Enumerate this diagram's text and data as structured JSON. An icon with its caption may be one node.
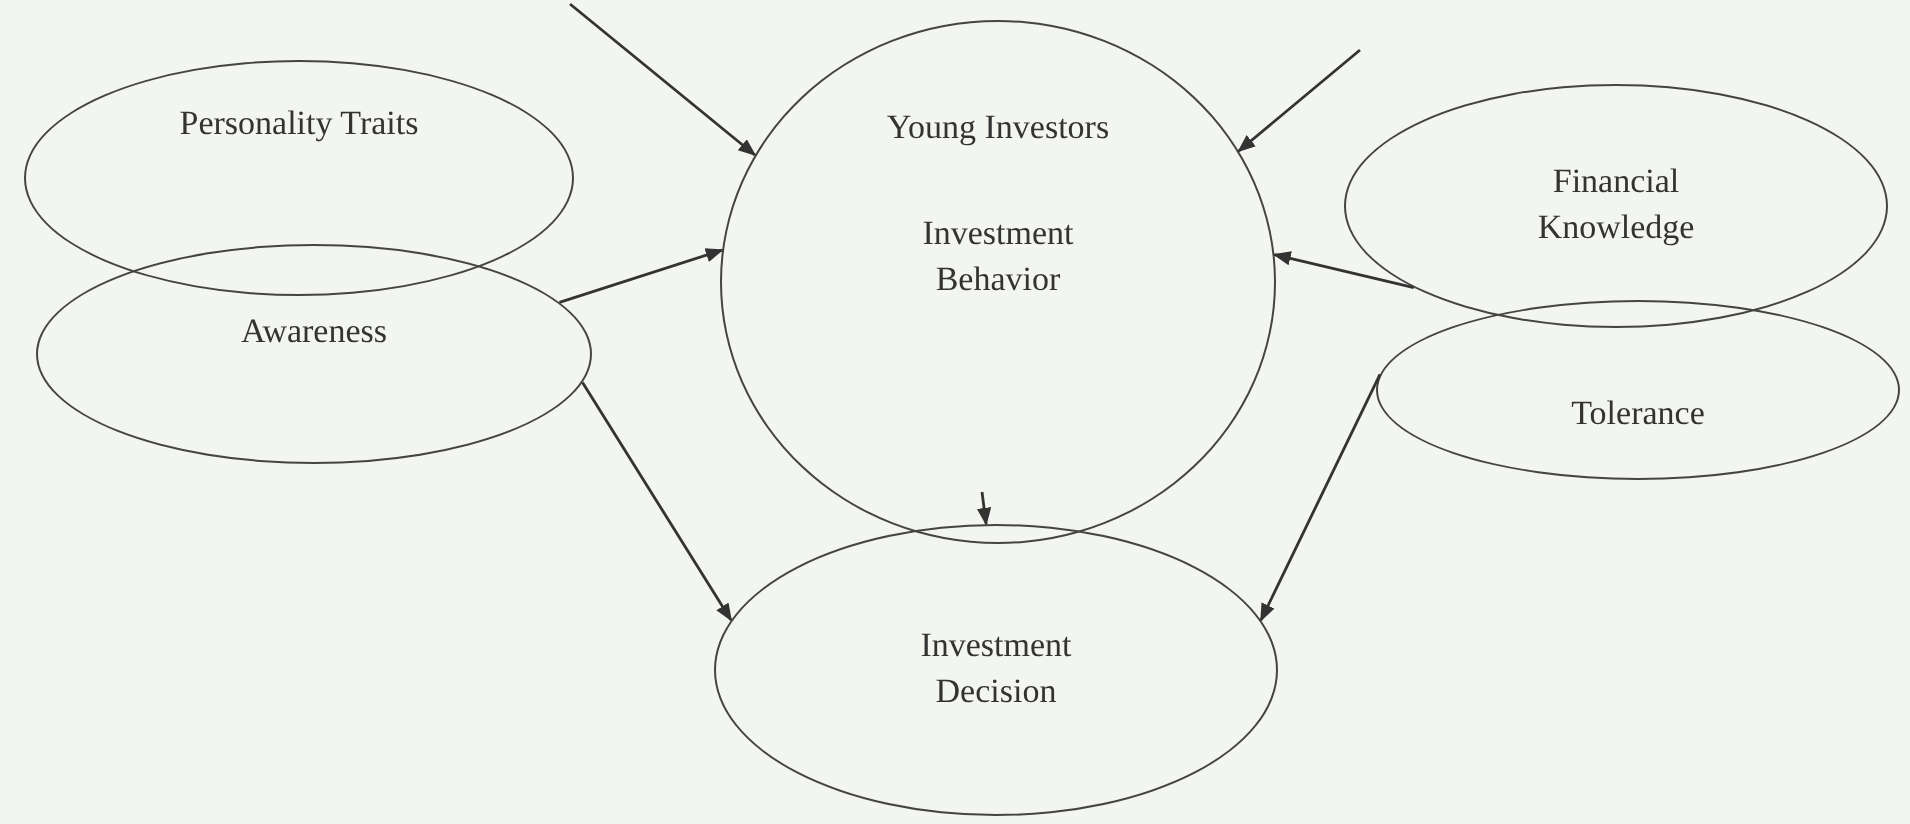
{
  "diagram": {
    "nodes": [
      {
        "text": [
          "Personality Traits"
        ]
      },
      {
        "text": [
          "Awareness"
        ]
      },
      {
        "text": [
          "Young Investors",
          "Investment Behavior"
        ]
      },
      {
        "text": [
          "Investment Decision"
        ]
      },
      {
        "text": [
          "Financial Knowledge"
        ]
      },
      {
        "text": [
          "Tolerance"
        ]
      }
    ],
    "edges": [
      {
        "from": null,
        "to": 2,
        "arrow": "to"
      },
      {
        "from": null,
        "to": 2,
        "arrow": "to"
      },
      {
        "from": 1,
        "to": 2,
        "arrow": "to"
      },
      {
        "from": 1,
        "to": 3,
        "arrow": "to"
      },
      {
        "from": 4,
        "to": 2,
        "arrow": "to"
      },
      {
        "from": 5,
        "to": 3,
        "arrow": "to"
      },
      {
        "from": 2,
        "to": 3,
        "arrow": "to"
      }
    ]
  }
}
